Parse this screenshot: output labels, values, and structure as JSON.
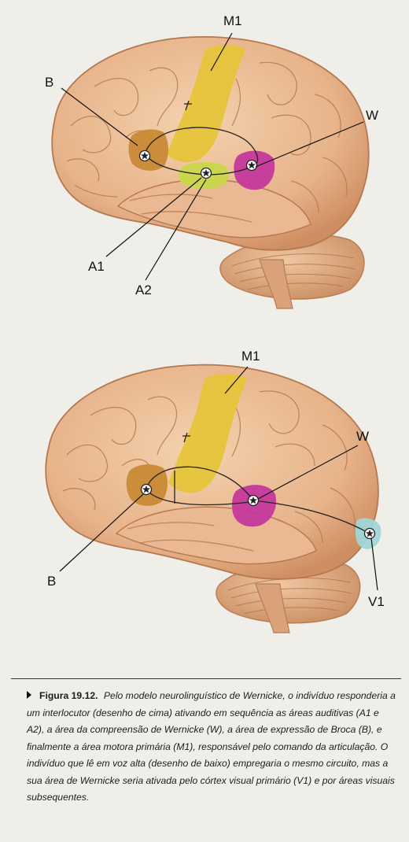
{
  "figure_top": {
    "labels": {
      "m1": "M1",
      "b": "B",
      "w": "W",
      "a1": "A1",
      "a2": "A2"
    }
  },
  "figure_bottom": {
    "labels": {
      "m1": "M1",
      "w": "W",
      "b": "B",
      "v1": "V1"
    }
  },
  "caption": {
    "figure_label": "Figura 19.12.",
    "text": "Pelo modelo neurolinguístico de Wernicke, o indivíduo responderia a um interlocutor (desenho de cima) ativando em sequência as áreas auditivas (A1 e A2), a área da compreensão de Wernicke (W), a área de expressão de Broca (B), e finalmente a área motora primária (M1), responsável pelo comando da articulação. O indivíduo que lê em voz alta (desenho de baixo) empregaria o mesmo circuito, mas a sua área de Wernicke seria ativada pelo córtex visual primário (V1) e por áreas visuais subsequentes."
  },
  "colors": {
    "brain": "#e9b98f",
    "brain_shadow": "#c98a5f",
    "motor_area": "#e6c43a",
    "broca_area": "#c98a36",
    "wernicke_area": "#c4389a",
    "auditory_area": "#c9d64a",
    "visual_area": "#9fd6d8"
  }
}
